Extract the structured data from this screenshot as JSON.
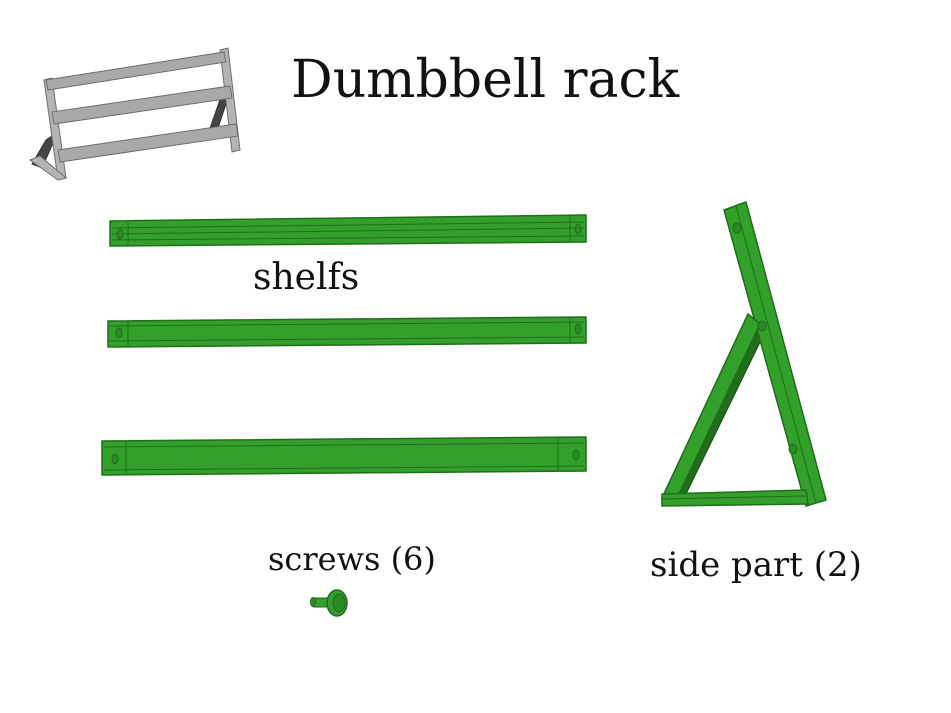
{
  "title": "Dumbbell rack",
  "labels": {
    "shelfs": "shelfs",
    "screws": "screws (6)",
    "side_part": "side part (2)"
  },
  "colors": {
    "part_green": "#33a02c",
    "part_green_dark": "#1f6e1a",
    "preview_gray": "#a9a9a9",
    "preview_gray_dark": "#6f6f6f",
    "preview_dark_strut": "#444444"
  },
  "icons": {
    "assembled_preview": "assembled-rack-icon",
    "screw": "screw-icon",
    "shelf": "shelf-bar-icon",
    "side_part": "side-frame-icon"
  }
}
